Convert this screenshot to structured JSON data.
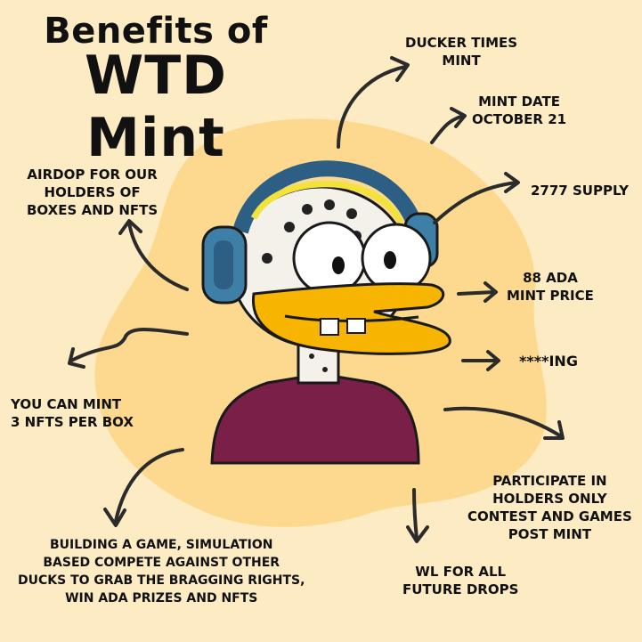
{
  "title": {
    "line1": "Benefits of",
    "line2": "WTD Mint"
  },
  "labels": {
    "ducker_times": [
      "DUCKER TIMES",
      "MINT"
    ],
    "mint_date": [
      "MINT DATE",
      "OCTOBER 21"
    ],
    "supply": [
      "2777 SUPPLY"
    ],
    "price": [
      "88 ADA",
      "MINT PRICE"
    ],
    "ing": [
      "****ING"
    ],
    "airdrop": [
      "AIRDOP FOR OUR",
      "HOLDERS OF",
      "BOXES AND NFTS"
    ],
    "mint_per_box": [
      "YOU CAN MINT",
      "3 NFTS PER BOX"
    ],
    "contest": [
      "PARTICIPATE IN",
      "HOLDERS ONLY",
      "CONTEST AND GAMES",
      "POST MINT"
    ],
    "wl": [
      "WL FOR ALL",
      "FUTURE DROPS"
    ],
    "game": [
      "BUILDING A GAME, SIMULATION",
      "BASED COMPETE AGAINST OTHER",
      "DUCKS  TO GRAB THE BRAGGING RIGHTS,",
      "WIN ADA PRIZES AND NFTS"
    ]
  },
  "colors": {
    "background": "#fdebc4",
    "blob": "#fcd98f",
    "text": "#111111",
    "headphone": "#3d7fa6",
    "beak": "#f7b400",
    "shirt": "#7a1f47"
  }
}
